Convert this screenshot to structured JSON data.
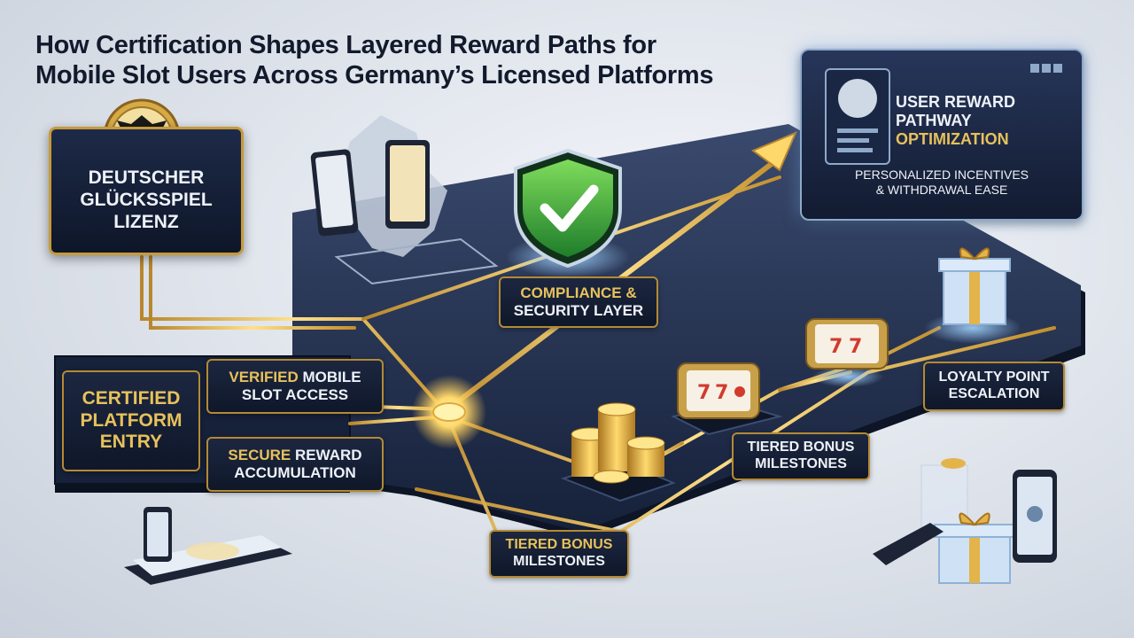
{
  "title": {
    "line1": "How Certification Shapes Layered Reward Paths for",
    "line2": "Mobile Slot Users Across Germany’s Licensed Platforms"
  },
  "license": {
    "line1": "DEUTSCHER",
    "line2": "GLÜCKSSPIEL",
    "line3": "LIZENZ",
    "icon": "eagle-seal-icon"
  },
  "entry": {
    "line1": "CERTIFIED",
    "line2": "PLATFORM",
    "line3": "ENTRY"
  },
  "access": {
    "line1a": "VERIFIED",
    "line1b": "MOBILE",
    "line2": "SLOT ACCESS"
  },
  "accumulation": {
    "line1a": "SECURE",
    "line1b": "REWARD",
    "line2": "ACCUMULATION"
  },
  "compliance": {
    "line1": "COMPLIANCE &",
    "line2": "SECURITY LAYER",
    "icon": "shield-check-icon"
  },
  "optimization": {
    "line1": "USER REWARD",
    "line2": "PATHWAY",
    "line3": "OPTIMIZATION",
    "line4": "PERSONALIZED INCENTIVES",
    "line5": "& WITHDRAWAL EASE",
    "icon": "user-profile-icon"
  },
  "milestones_center": {
    "line1": "TIERED BONUS",
    "line2": "MILESTONES"
  },
  "milestones_bottom": {
    "line1": "TIERED BONUS",
    "line2": "MILESTONES"
  },
  "loyalty": {
    "line1": "LOYALTY POINT",
    "line2": "ESCALATION"
  },
  "colors": {
    "navy": "#142038",
    "gold": "#e7c15c",
    "glow": "#ffd86b",
    "shield_green": "#3fae3a"
  }
}
